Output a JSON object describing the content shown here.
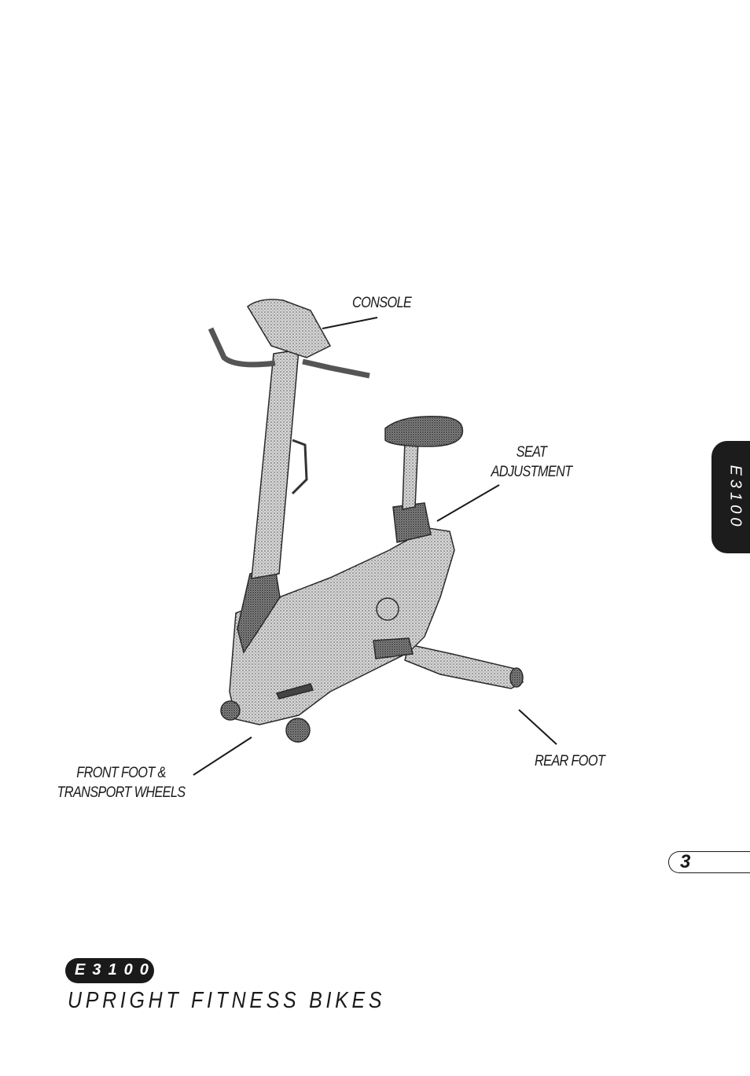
{
  "callouts": {
    "console": "CONSOLE",
    "seat_line1": "SEAT",
    "seat_line2": "ADJUSTMENT",
    "front_line1": "FRONT FOOT &",
    "front_line2": "TRANSPORT WHEELS",
    "rear": "REAR FOOT"
  },
  "side_tab": {
    "label": "E3100",
    "color": "#1c1c1c"
  },
  "page_number": "3",
  "footer": {
    "model": "E3100",
    "title": "UPRIGHT FITNESS BIKES"
  },
  "illustration": {
    "subject": "upright exercise bike, stippled line drawing"
  }
}
